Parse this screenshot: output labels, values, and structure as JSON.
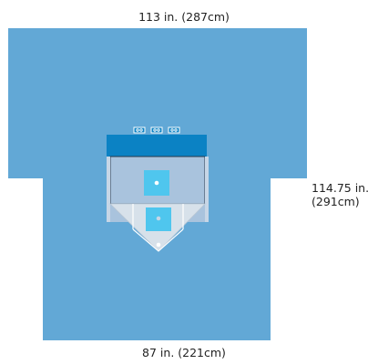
{
  "dimensions": {
    "top_width": "113 in. (287cm)",
    "bottom_width": "87 in. (221cm)",
    "length_in": "114.75 in.",
    "length_cm": "(291cm)"
  },
  "colors": {
    "drape": "#62a8d6",
    "drape_dark": "#0b82c4",
    "window": "#a9c3dd",
    "window_light": "#c7d6e6",
    "pouch": "#d7e1ea",
    "fenestration": "#4fc6ee",
    "outline": "#2a3a4a"
  }
}
